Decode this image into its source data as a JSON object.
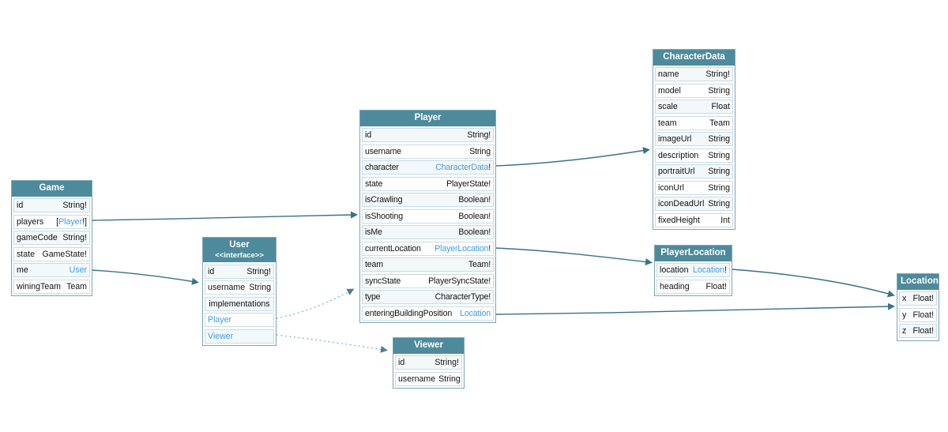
{
  "colors": {
    "header_bg": "#4d8b9c",
    "header_text": "#ffffff",
    "type_link": "#3f9cdf",
    "arrow_solid": "#38718a",
    "arrow_dotted": "#8fb2bf",
    "row_alt_bg": "#f3f8fa",
    "row_border": "#c9dde6"
  },
  "tables": {
    "game": {
      "title": "Game",
      "rows": [
        {
          "kind": "field",
          "name": "id",
          "type": [
            {
              "t": "String!"
            }
          ]
        },
        {
          "kind": "field",
          "name": "players",
          "type": [
            {
              "t": "["
            },
            {
              "t": "Player",
              "link": true
            },
            {
              "t": "!]"
            }
          ]
        },
        {
          "kind": "field",
          "name": "gameCode",
          "type": [
            {
              "t": "String!"
            }
          ]
        },
        {
          "kind": "field",
          "name": "state",
          "type": [
            {
              "t": "GameState!"
            }
          ]
        },
        {
          "kind": "field",
          "name": "me",
          "type": [
            {
              "t": "User",
              "link": true
            }
          ]
        },
        {
          "kind": "field",
          "name": "winingTeam",
          "type": [
            {
              "t": "Team"
            }
          ]
        }
      ]
    },
    "user": {
      "title": "User",
      "subtitle": "<<interface>>",
      "rows": [
        {
          "kind": "field",
          "name": "id",
          "type": [
            {
              "t": "String!"
            }
          ]
        },
        {
          "kind": "field",
          "name": "username",
          "type": [
            {
              "t": "String"
            }
          ]
        },
        {
          "kind": "center",
          "text": "implementations"
        },
        {
          "kind": "link",
          "text": "Player"
        },
        {
          "kind": "link",
          "text": "Viewer"
        }
      ]
    },
    "player": {
      "title": "Player",
      "rows": [
        {
          "kind": "field",
          "name": "id",
          "type": [
            {
              "t": "String!"
            }
          ]
        },
        {
          "kind": "field",
          "name": "username",
          "type": [
            {
              "t": "String"
            }
          ]
        },
        {
          "kind": "field",
          "name": "character",
          "type": [
            {
              "t": "CharacterData",
              "link": true
            },
            {
              "t": "!"
            }
          ]
        },
        {
          "kind": "field",
          "name": "state",
          "type": [
            {
              "t": "PlayerState!"
            }
          ]
        },
        {
          "kind": "field",
          "name": "isCrawling",
          "type": [
            {
              "t": "Boolean!"
            }
          ]
        },
        {
          "kind": "field",
          "name": "isShooting",
          "type": [
            {
              "t": "Boolean!"
            }
          ]
        },
        {
          "kind": "field",
          "name": "isMe",
          "type": [
            {
              "t": "Boolean!"
            }
          ]
        },
        {
          "kind": "field",
          "name": "currentLocation",
          "type": [
            {
              "t": "PlayerLocation",
              "link": true
            },
            {
              "t": "!"
            }
          ]
        },
        {
          "kind": "field",
          "name": "team",
          "type": [
            {
              "t": "Team!"
            }
          ]
        },
        {
          "kind": "field",
          "name": "syncState",
          "type": [
            {
              "t": "PlayerSyncState!"
            }
          ]
        },
        {
          "kind": "field",
          "name": "type",
          "type": [
            {
              "t": "CharacterType!"
            }
          ]
        },
        {
          "kind": "field",
          "name": "enteringBuildingPosition",
          "type": [
            {
              "t": "Location",
              "link": true
            }
          ]
        }
      ]
    },
    "viewer": {
      "title": "Viewer",
      "rows": [
        {
          "kind": "field",
          "name": "id",
          "type": [
            {
              "t": "String!"
            }
          ]
        },
        {
          "kind": "field",
          "name": "username",
          "type": [
            {
              "t": "String"
            }
          ]
        }
      ]
    },
    "characterdata": {
      "title": "CharacterData",
      "rows": [
        {
          "kind": "field",
          "name": "name",
          "type": [
            {
              "t": "String!"
            }
          ]
        },
        {
          "kind": "field",
          "name": "model",
          "type": [
            {
              "t": "String"
            }
          ]
        },
        {
          "kind": "field",
          "name": "scale",
          "type": [
            {
              "t": "Float"
            }
          ]
        },
        {
          "kind": "field",
          "name": "team",
          "type": [
            {
              "t": "Team"
            }
          ]
        },
        {
          "kind": "field",
          "name": "imageUrl",
          "type": [
            {
              "t": "String"
            }
          ]
        },
        {
          "kind": "field",
          "name": "description",
          "type": [
            {
              "t": "String"
            }
          ]
        },
        {
          "kind": "field",
          "name": "portraitUrl",
          "type": [
            {
              "t": "String"
            }
          ]
        },
        {
          "kind": "field",
          "name": "iconUrl",
          "type": [
            {
              "t": "String"
            }
          ]
        },
        {
          "kind": "field",
          "name": "iconDeadUrl",
          "type": [
            {
              "t": "String"
            }
          ]
        },
        {
          "kind": "field",
          "name": "fixedHeight",
          "type": [
            {
              "t": "Int"
            }
          ]
        }
      ]
    },
    "playerlocation": {
      "title": "PlayerLocation",
      "rows": [
        {
          "kind": "field",
          "name": "location",
          "type": [
            {
              "t": "Location",
              "link": true
            },
            {
              "t": "!"
            }
          ]
        },
        {
          "kind": "field",
          "name": "heading",
          "type": [
            {
              "t": "Float!"
            }
          ]
        }
      ]
    },
    "location": {
      "title": "Location",
      "rows": [
        {
          "kind": "field",
          "name": "x",
          "type": [
            {
              "t": "Float!"
            }
          ]
        },
        {
          "kind": "field",
          "name": "y",
          "type": [
            {
              "t": "Float!"
            }
          ]
        },
        {
          "kind": "field",
          "name": "z",
          "type": [
            {
              "t": "Float!"
            }
          ]
        }
      ]
    }
  },
  "edges": [
    {
      "id": "game-players-to-player",
      "from": "Game.players",
      "to": "Player",
      "style": "solid"
    },
    {
      "id": "game-me-to-user",
      "from": "Game.me",
      "to": "User",
      "style": "solid"
    },
    {
      "id": "player-character-to-characterdata",
      "from": "Player.character",
      "to": "CharacterData",
      "style": "solid"
    },
    {
      "id": "player-currentlocation-to-playerlocation",
      "from": "Player.currentLocation",
      "to": "PlayerLocation",
      "style": "solid"
    },
    {
      "id": "player-enteringbuildingposition-to-location",
      "from": "Player.enteringBuildingPosition",
      "to": "Location",
      "style": "solid"
    },
    {
      "id": "playerlocation-location-to-location",
      "from": "PlayerLocation.location",
      "to": "Location",
      "style": "solid"
    },
    {
      "id": "user-implementation-player",
      "from": "User.Player",
      "to": "Player",
      "style": "dotted"
    },
    {
      "id": "user-implementation-viewer",
      "from": "User.Viewer",
      "to": "Viewer",
      "style": "dotted"
    }
  ]
}
